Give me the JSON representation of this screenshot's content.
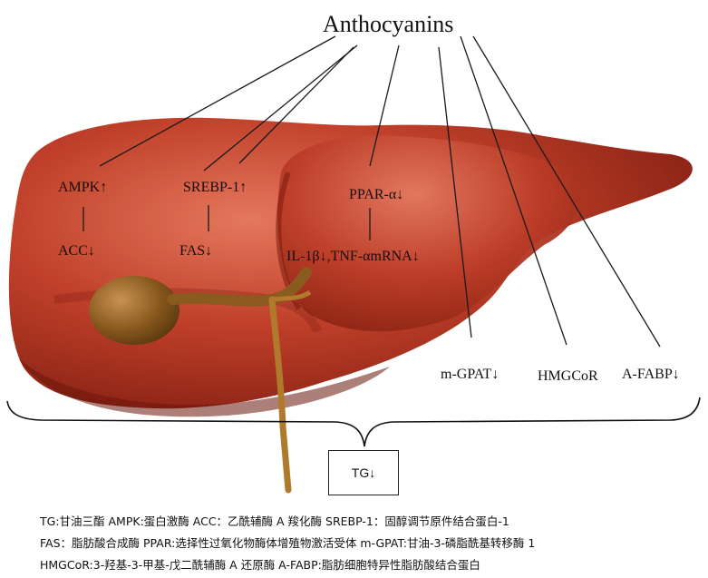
{
  "title": "Anthocyanins",
  "labels": {
    "ampk": "AMPK↑",
    "acc": "ACC↓",
    "srebp": "SREBP-1↑",
    "fas": "FAS↓",
    "ppar": "PPAR-α↓",
    "il": "IL-1β↓,TNF-αmRNA↓",
    "mgpat": "m-GPAT↓",
    "hmgcor": "HMGCoR",
    "afabp": "A-FABP↓"
  },
  "tg": "TG↓",
  "legend": [
    "TG:甘油三酯 AMPK:蛋白激酶 ACC：乙酰辅酶 A 羧化酶 SREBP-1：固醇调节原件结合蛋白-1",
    "FAS：脂肪酸合成酶 PPAR:选择性过氧化物酶体增殖物激活受体 m-GPAT:甘油-3-磷脂酰基转移酶 1",
    "HMGCoR:3-羟基-3-甲基-戊二酰辅酶 A 还原酶 A-FABP:脂肪细胞特异性脂肪酸结合蛋白"
  ],
  "colors": {
    "liver_dark": "#7a1a0e",
    "liver_mid": "#b3321f",
    "liver_light": "#d8664c",
    "gallbladder": "#8a5a1e",
    "duct": "#b07a2c"
  }
}
